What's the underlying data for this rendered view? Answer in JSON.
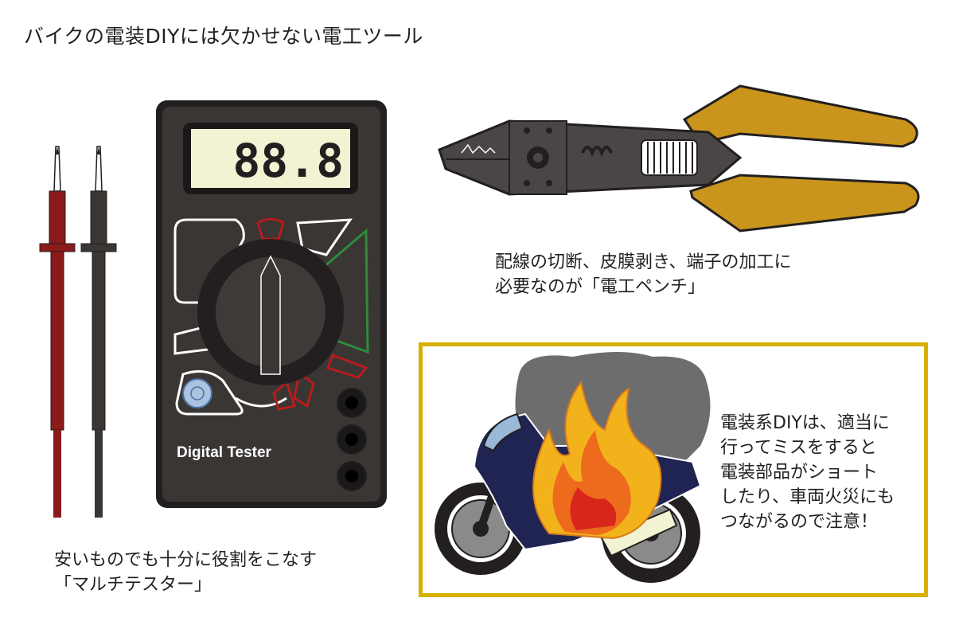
{
  "title": "バイクの電装DIYには欠かせない電工ツール",
  "tester": {
    "display_value": "88.8",
    "label": "Digital Tester",
    "caption_lines": [
      "安いものでも十分に役割をこなす",
      "「マルチテスター」"
    ]
  },
  "pliers": {
    "caption_lines": [
      "配線の切断、皮膜剥き、端子の加工に",
      "必要なのが「電工ペンチ」"
    ]
  },
  "warning": {
    "caption_lines": [
      "電装系DIYは、適当に",
      "行ってミスをすると",
      "電装部品がショート",
      "したり、車両火災にも",
      "つながるので注意！"
    ],
    "border_color": "#d8b000"
  },
  "colors": {
    "tester_body": "#3a3634",
    "lcd": "#f2f3d2",
    "probe_red": "#8b1a1a",
    "probe_black": "#3a3634",
    "plier_handle": "#c9951c",
    "plier_head": "#4a4645",
    "flame_outer": "#f2b21c",
    "flame_inner": "#d8261c",
    "bike_body": "#1f2452",
    "smoke": "#6d6d6d"
  }
}
